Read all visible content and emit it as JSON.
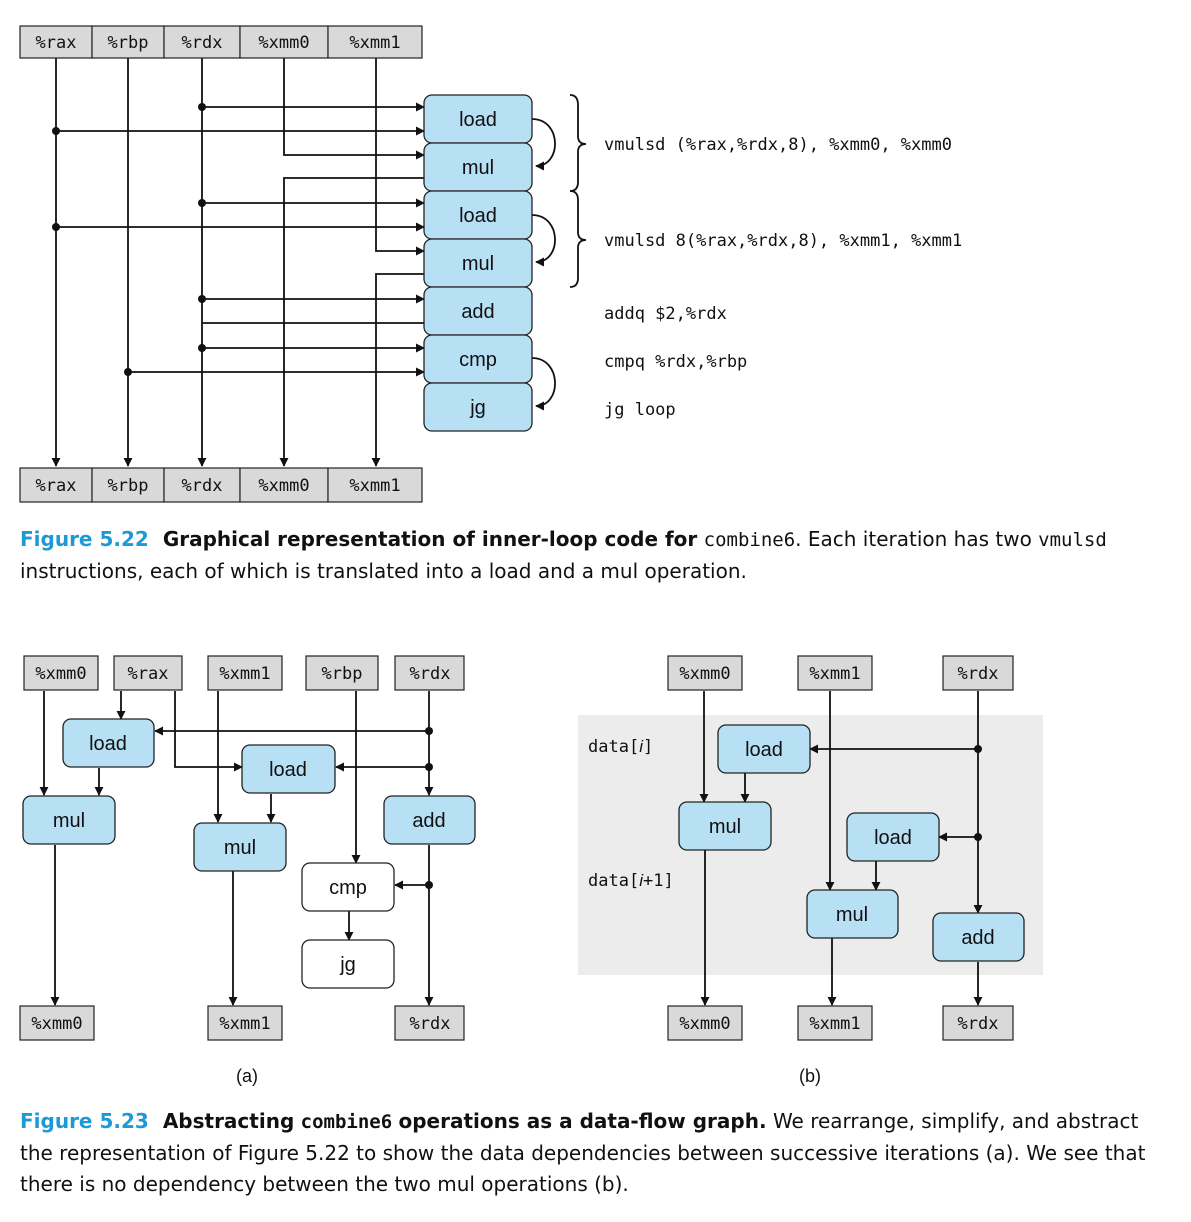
{
  "fig22": {
    "registers": [
      "%rax",
      "%rbp",
      "%rdx",
      "%xmm0",
      "%xmm1"
    ],
    "ops": [
      "load",
      "mul",
      "load",
      "mul",
      "add",
      "cmp",
      "jg"
    ],
    "code": [
      "vmulsd (%rax,%rdx,8), %xmm0, %xmm0",
      "vmulsd 8(%rax,%rdx,8), %xmm1, %xmm1",
      "addq $2,%rdx",
      "cmpq %rdx,%rbp",
      "jg loop"
    ],
    "caption": {
      "number": "Figure 5.22",
      "lead": "Graphical representation of inner-loop code for",
      "code1": "combine6",
      "mid": ". Each iteration has two",
      "code2": "vmulsd",
      "rest": "instructions, each of which is translated into a load and a mul operation."
    }
  },
  "fig23": {
    "a": {
      "top_registers": [
        "%xmm0",
        "%rax",
        "%xmm1",
        "%rbp",
        "%rdx"
      ],
      "bottom_registers": [
        "%xmm0",
        "%xmm1",
        "%rdx"
      ],
      "ops": [
        "load",
        "load",
        "mul",
        "mul",
        "add",
        "cmp",
        "jg"
      ],
      "label": "(a)"
    },
    "b": {
      "top_registers": [
        "%xmm0",
        "%xmm1",
        "%rdx"
      ],
      "bottom_registers": [
        "%xmm0",
        "%xmm1",
        "%rdx"
      ],
      "ops": [
        "load",
        "mul",
        "load",
        "mul",
        "add"
      ],
      "region_labels": [
        "data[",
        "i",
        "]",
        "data[",
        "i",
        "+1]"
      ],
      "label": "(b)"
    },
    "caption": {
      "number": "Figure 5.23",
      "lead1": "Abstracting",
      "code": "combine6",
      "lead2": "operations as a data-flow graph.",
      "rest": "We rearrange, simplify, and abstract the representation of Figure 5.22 to show the data dependencies between successive iterations (a). We see that there is no dependency between the two mul operations (b)."
    }
  },
  "colors": {
    "op_fill": "#b7e0f5",
    "register_fill": "#d9d9d9",
    "figure_label": "#1d9ad6",
    "region_fill": "#ececec"
  }
}
